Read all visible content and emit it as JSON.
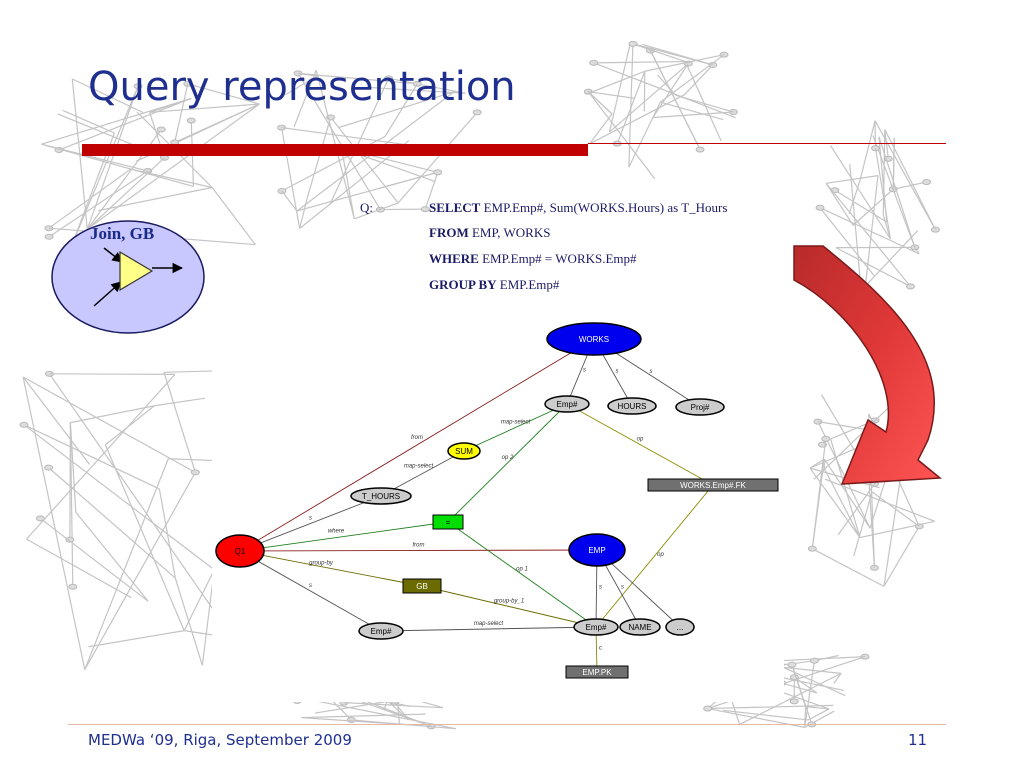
{
  "slide": {
    "title": "Query representation",
    "footer": "MEDWa ‘09, Riga, September 2009",
    "page_number": "11"
  },
  "legend": {
    "label": "Join, GB",
    "icon": "triangle-join-icon"
  },
  "query": {
    "label": "Q:",
    "select_kw": "SELECT",
    "select_rest": " EMP.Emp#, Sum(WORKS.Hours) as T_Hours",
    "from_kw": "FROM",
    "from_rest": " EMP, WORKS",
    "where_kw": "WHERE",
    "where_rest": " EMP.Emp# = WORKS.Emp#",
    "groupby_kw": "GROUP BY",
    "groupby_rest": " EMP.Emp#"
  },
  "graph": {
    "nodes": {
      "q1": "Q1",
      "works": "WORKS",
      "works_emp": "Emp#",
      "hours": "HOURS",
      "proj": "Proj#",
      "sum": "SUM",
      "t_hours": "T_HOURS",
      "eq": "=",
      "works_fk": "WORKS.Emp#.FK",
      "emp": "EMP",
      "gb": "GB",
      "q_emp": "Emp#",
      "emp_emp": "Emp#",
      "name": "NAME",
      "more": "...",
      "emp_pk": "EMP.PK"
    },
    "edges": {
      "from1": "from",
      "from2": "from",
      "map_select1": "map-select",
      "map_select2": "map-select",
      "map_select3": "map-select",
      "where": "where",
      "group_by": "group-by",
      "group_by1": "group-by_1",
      "op1": "op 1",
      "op2": "op 2",
      "op_a": "op",
      "op_b": "op",
      "s1": "s",
      "s2": "s",
      "s3": "s",
      "s4": "s",
      "s5": "s",
      "s6": "s",
      "s7": "s",
      "c": "c"
    }
  },
  "colors": {
    "title": "#1f2f8f",
    "bar": "#c00000",
    "q1": "#ff0000",
    "works": "#0000ee",
    "emp": "#0000ee",
    "sum": "#ffff00",
    "eq": "#00dd00",
    "gb": "#6b6b00",
    "fk_box": "#707070",
    "gray_node": "#cccccc",
    "arrow": "#e04040"
  }
}
